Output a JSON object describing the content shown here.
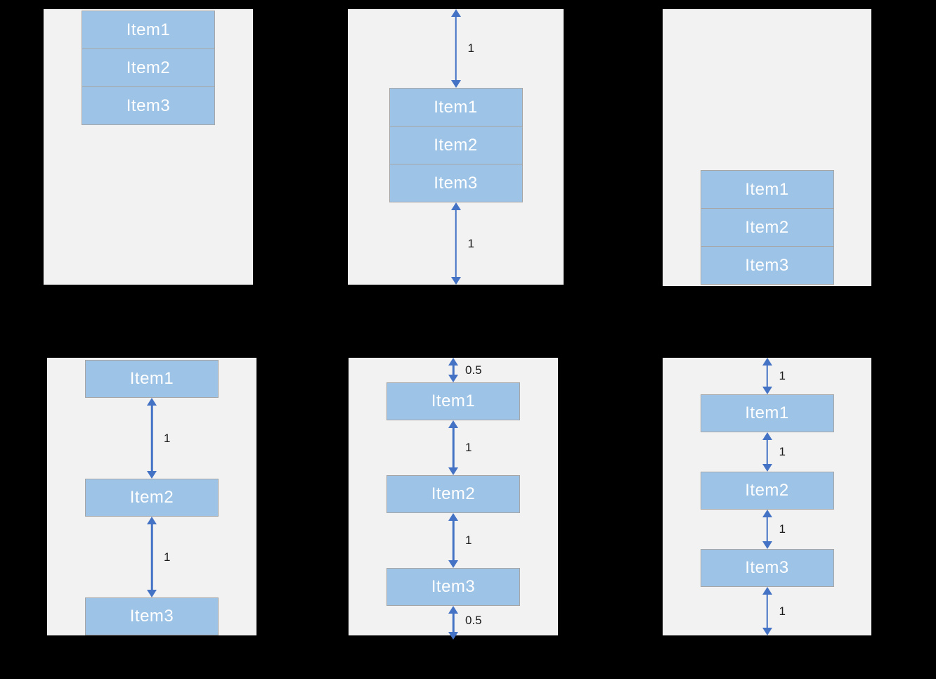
{
  "diagram": {
    "colors": {
      "background": "#000000",
      "panel_bg": "#F2F2F2",
      "item_fill": "#9DC3E6",
      "item_border": "#A6A6A6",
      "item_text": "#FFFFFF",
      "arrow": "#4472C4",
      "label_text": "#1C1C1C"
    },
    "panels": [
      {
        "items": [
          "Item1",
          "Item2",
          "Item3"
        ],
        "gaps": []
      },
      {
        "items": [
          "Item1",
          "Item2",
          "Item3"
        ],
        "gaps": [
          "1",
          "1"
        ]
      },
      {
        "items": [
          "Item1",
          "Item2",
          "Item3"
        ],
        "gaps": []
      },
      {
        "items": [
          "Item1",
          "Item2",
          "Item3"
        ],
        "gaps": [
          "1",
          "1"
        ]
      },
      {
        "items": [
          "Item1",
          "Item2",
          "Item3"
        ],
        "gaps": [
          "0.5",
          "1",
          "1",
          "0.5"
        ]
      },
      {
        "items": [
          "Item1",
          "Item2",
          "Item3"
        ],
        "gaps": [
          "1",
          "1",
          "1",
          "1"
        ]
      }
    ]
  }
}
